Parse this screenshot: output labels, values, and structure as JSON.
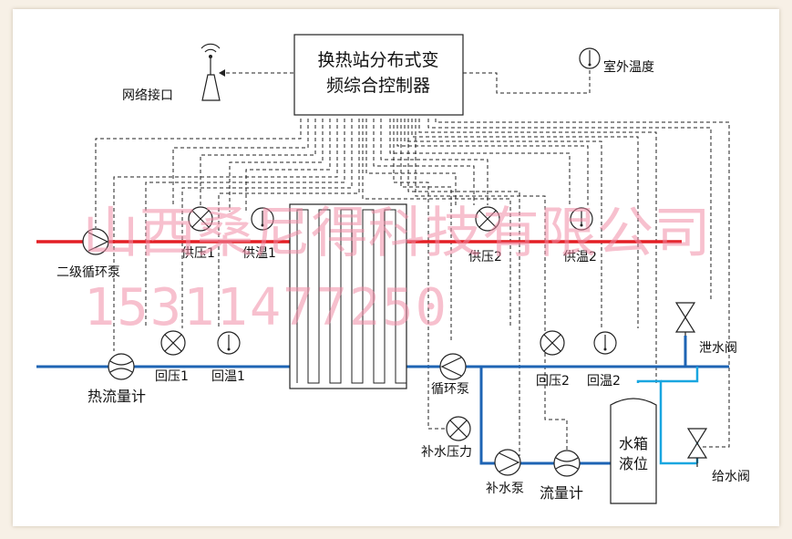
{
  "controller": {
    "line1": "换热站分布式变",
    "line2": "频综合控制器"
  },
  "network": {
    "label": "网络接口"
  },
  "outdoor_temp": {
    "label": "室外温度"
  },
  "labels": {
    "secondary_pump": "二级循环泵",
    "supply_pressure_1": "供压1",
    "supply_temp_1": "供温1",
    "supply_pressure_2": "供压2",
    "supply_temp_2": "供温2",
    "heat_meter": "热流量计",
    "return_pressure_1": "回压1",
    "return_temp_1": "回温1",
    "return_pressure_2": "回压2",
    "return_temp_2": "回温2",
    "circulation_pump": "循环泵",
    "drain_valve": "泄水阀",
    "makeup_pressure": "补水压力",
    "makeup_pump": "补水泵",
    "flow_meter": "流量计",
    "water_tank_line1": "水箱",
    "water_tank_line2": "液位",
    "feed_valve": "给水阀"
  },
  "watermark": {
    "company": "山西桑尼得科技有限公司",
    "phone": "15311477250"
  },
  "colors": {
    "supply_pipe": "#e31e24",
    "return_pipe": "#1e64b4",
    "makeup_pipe": "#19a6e0",
    "watermark": "#f08ca5"
  }
}
